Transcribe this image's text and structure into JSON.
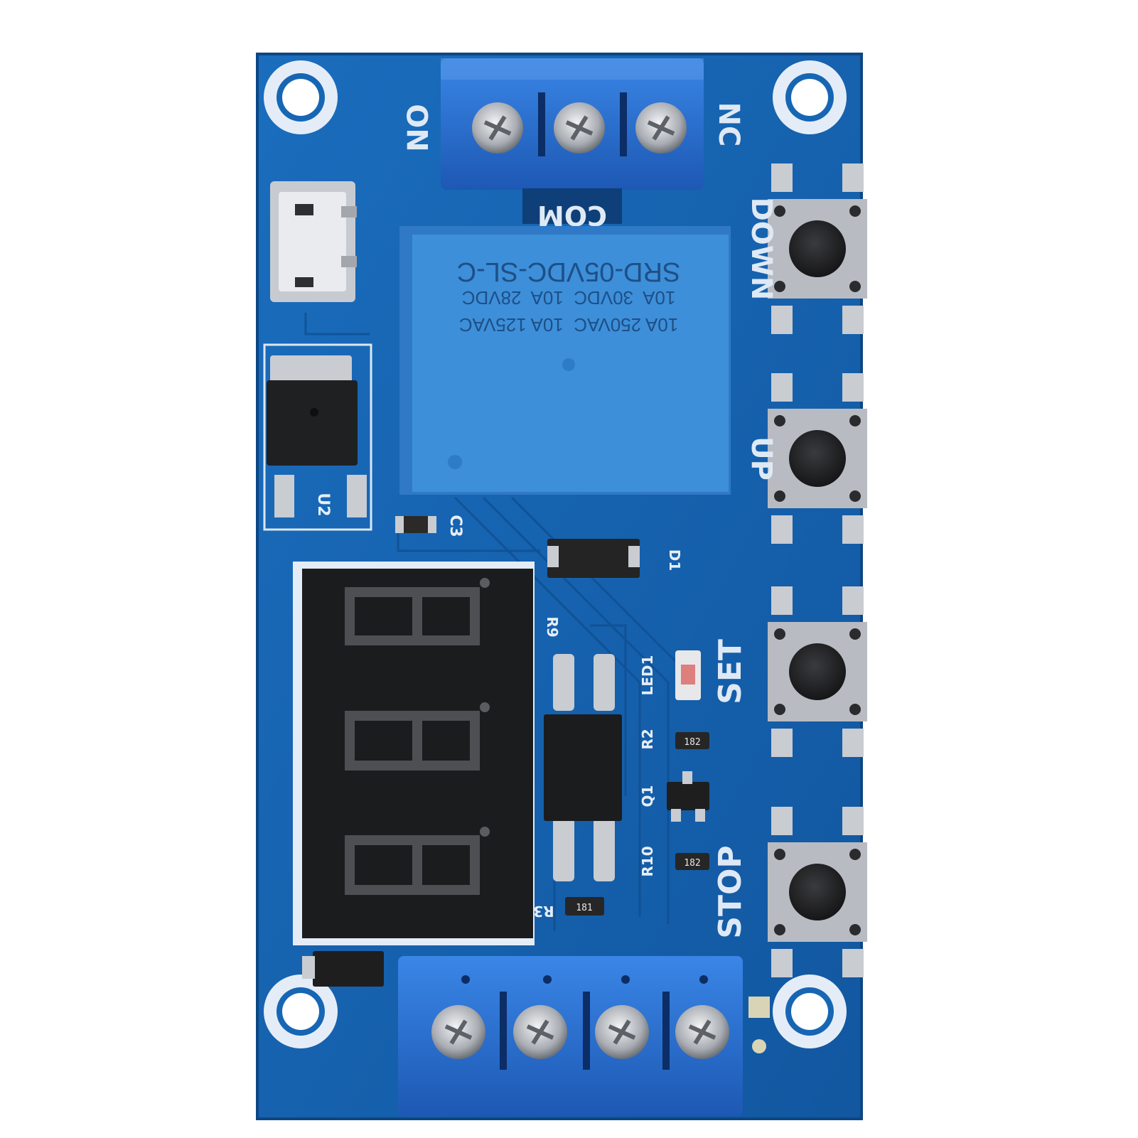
{
  "colors": {
    "pcb": "#1766b4",
    "pcb_dark": "#0d4f93",
    "terminal_blue": "#2a6fd2",
    "relay_blue": "#3d8fd9",
    "display_black": "#1b1c1e",
    "segment_gray": "#4e4f52",
    "silkscreen": "#e4edf7"
  },
  "labels": {
    "no": "NO",
    "nc": "NC",
    "com": "COM",
    "down": "DOWN",
    "up": "UP",
    "set": "SET",
    "stop": "STOP",
    "u2": "U2",
    "c3": "C3",
    "d1": "D1",
    "r9": "R9",
    "led1": "LED1",
    "r2": "R2",
    "q1": "Q1",
    "r10": "R10",
    "r3": "R3"
  },
  "relay": {
    "model": "SRD-05VDC-SL-C",
    "rating_dc": "10A  30VDC  10A  28VDC",
    "rating_ac": "10A 250VAC  10A 125VAC"
  },
  "resistor_codes": {
    "r2": "182",
    "r10": "182",
    "r3": "181"
  },
  "icons": [
    "mounting-hole-icon",
    "screw-icon",
    "push-button-icon",
    "usb-port-icon"
  ]
}
